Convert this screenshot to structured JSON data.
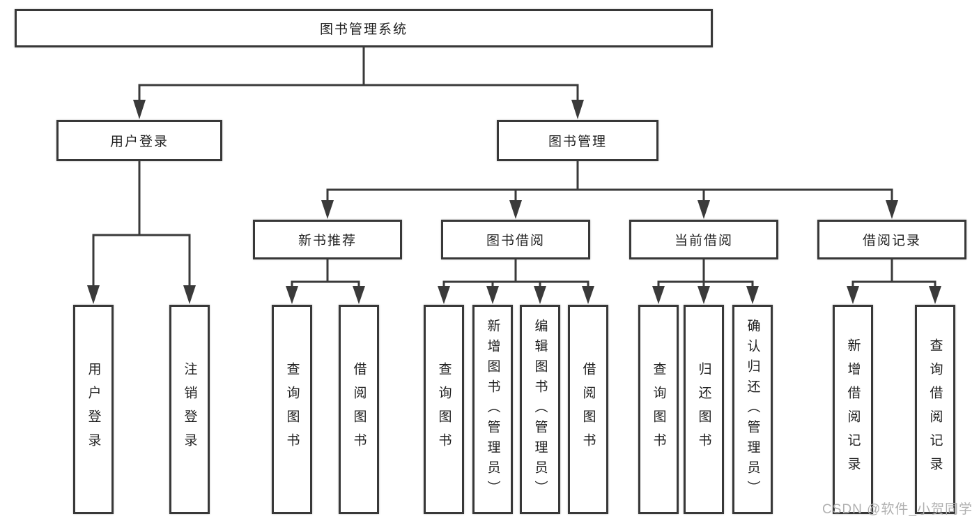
{
  "colors": {
    "line": "#3a3a3a",
    "box_border": "#383838",
    "text": "#1f1f1f",
    "watermark": "#b0b0b0",
    "background": "#ffffff"
  },
  "diagram": {
    "root": {
      "label": "图书管理系统"
    },
    "level1": [
      {
        "id": "user-login",
        "label": "用户登录"
      },
      {
        "id": "book-management",
        "label": "图书管理"
      }
    ],
    "level2": [
      {
        "id": "new-book-recommend",
        "parent": "图书管理",
        "label": "新书推荐"
      },
      {
        "id": "book-borrowing",
        "parent": "图书管理",
        "label": "图书借阅"
      },
      {
        "id": "current-borrowing",
        "parent": "图书管理",
        "label": "当前借阅"
      },
      {
        "id": "borrowing-records",
        "parent": "图书管理",
        "label": "借阅记录"
      }
    ],
    "leaves": [
      {
        "parent": "用户登录",
        "label": "用户登录"
      },
      {
        "parent": "用户登录",
        "label": "注销登录"
      },
      {
        "parent": "新书推荐",
        "label": "查询图书"
      },
      {
        "parent": "新书推荐",
        "label": "借阅图书"
      },
      {
        "parent": "图书借阅",
        "label": "查询图书"
      },
      {
        "parent": "图书借阅",
        "label": "新增图书（管理员）"
      },
      {
        "parent": "图书借阅",
        "label": "编辑图书（管理员）"
      },
      {
        "parent": "图书借阅",
        "label": "借阅图书"
      },
      {
        "parent": "当前借阅",
        "label": "查询图书"
      },
      {
        "parent": "当前借阅",
        "label": "归还图书"
      },
      {
        "parent": "当前借阅",
        "label": "确认归还（管理员）"
      },
      {
        "parent": "借阅记录",
        "label": "新增借阅记录"
      },
      {
        "parent": "借阅记录",
        "label": "查询借阅记录"
      }
    ]
  },
  "watermark": {
    "text": "CSDN @软件_小贺同学"
  }
}
